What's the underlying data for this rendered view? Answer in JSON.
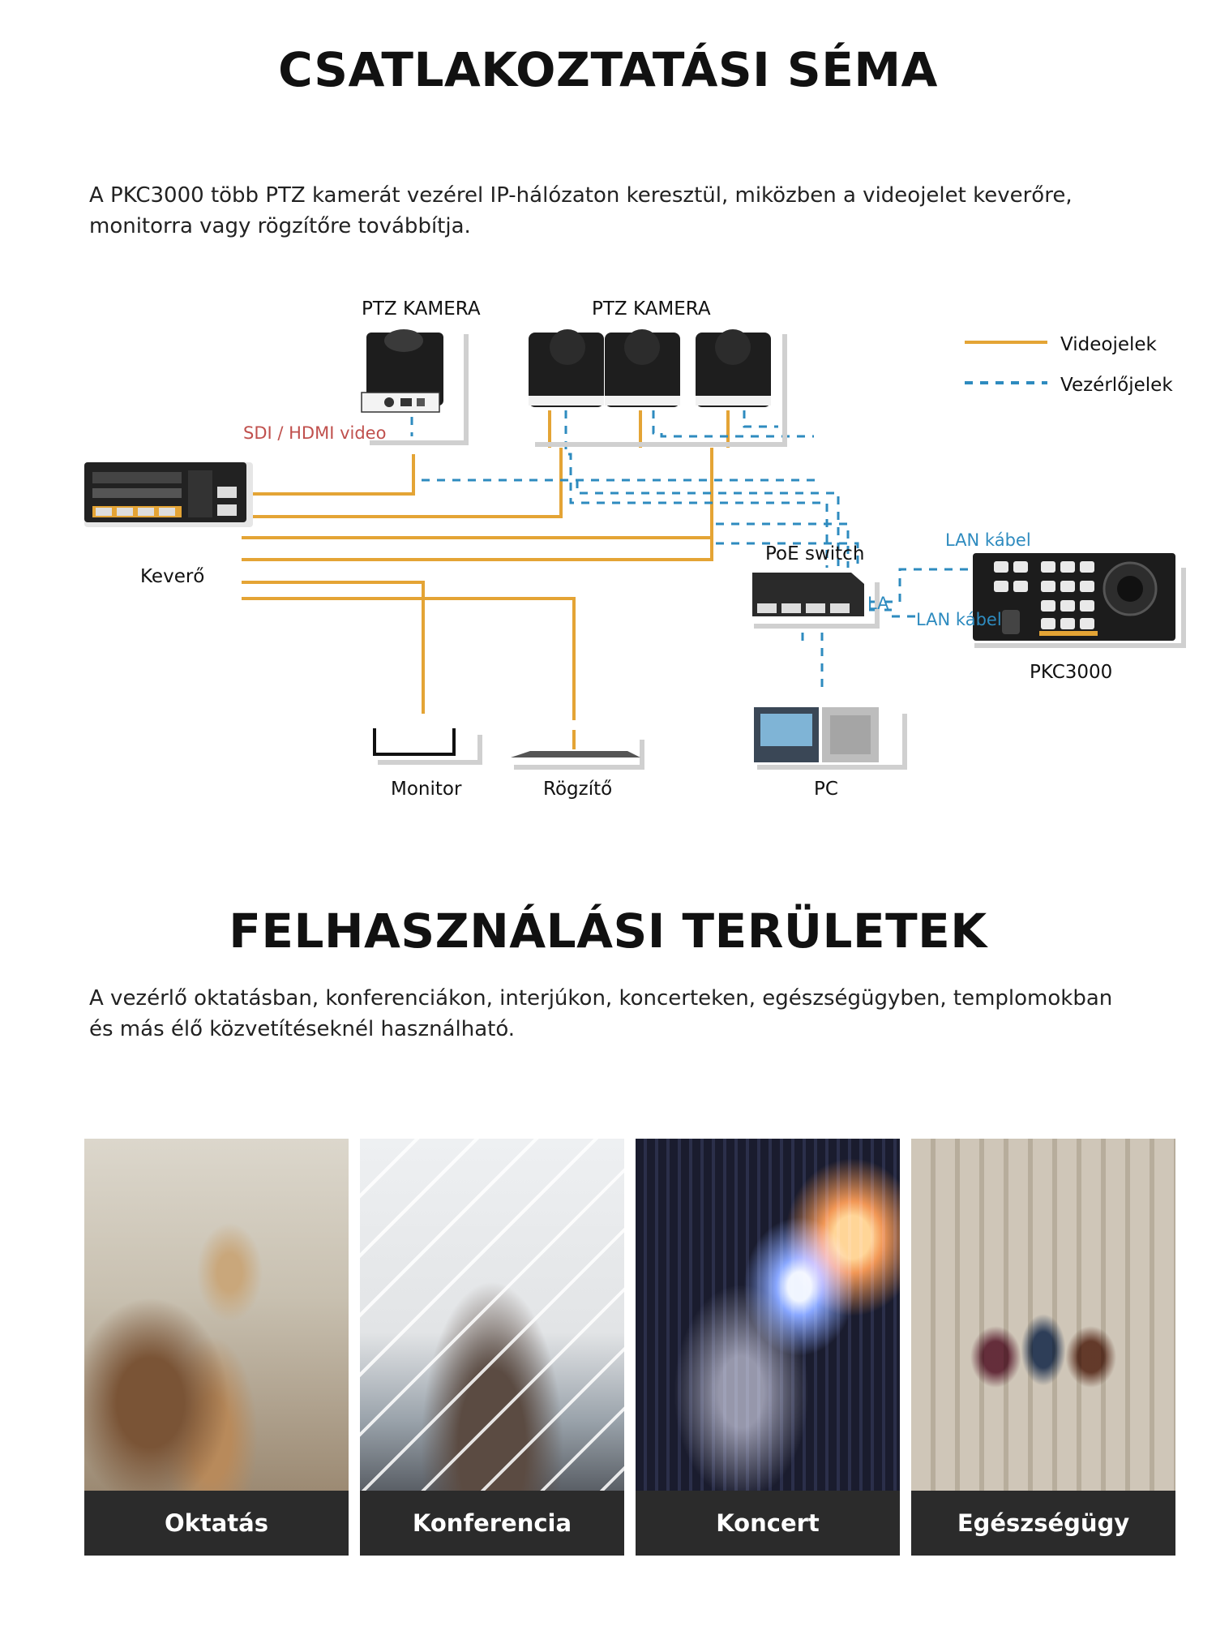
{
  "section1": {
    "title": "CSATLAKOZTATÁSI SÉMA",
    "intro": "A PKC3000 több PTZ kamerát vezérel IP-hálózaton keresztül, miközben a videojelet keverőre, monitorra vagy rögzítőre továbbítja."
  },
  "diagram": {
    "camera_label_1": "PTZ KAMERA",
    "camera_label_2": "PTZ KAMERA",
    "sdi_label": "SDI / HDMI video",
    "mixer_label": "Keverő",
    "poe_label": "PoE switch",
    "lan_label_1": "LAN kábel",
    "lan_label_2": "LAN kábel",
    "lan_label_3": "LA",
    "controller_label": "PKC3000",
    "monitor_label": "Monitor",
    "recorder_label": "Rögzítő",
    "pc_label": "PC",
    "legend": {
      "video": "Videojelek",
      "control": "Vezérlőjelek"
    },
    "colors": {
      "video": "#e4a435",
      "control": "#2e8bbf",
      "text_red": "#c0504d"
    }
  },
  "section2": {
    "title": "FELHASZNÁLÁSI TERÜLETEK",
    "intro": "A vezérlő oktatásban, konferenciákon, interjúkon, koncerteken, egészségügyben, templomokban és más élő közvetítéseknél használható."
  },
  "cards": [
    {
      "label": "Oktatás"
    },
    {
      "label": "Konferencia"
    },
    {
      "label": "Koncert"
    },
    {
      "label": "Egészségügy"
    }
  ]
}
